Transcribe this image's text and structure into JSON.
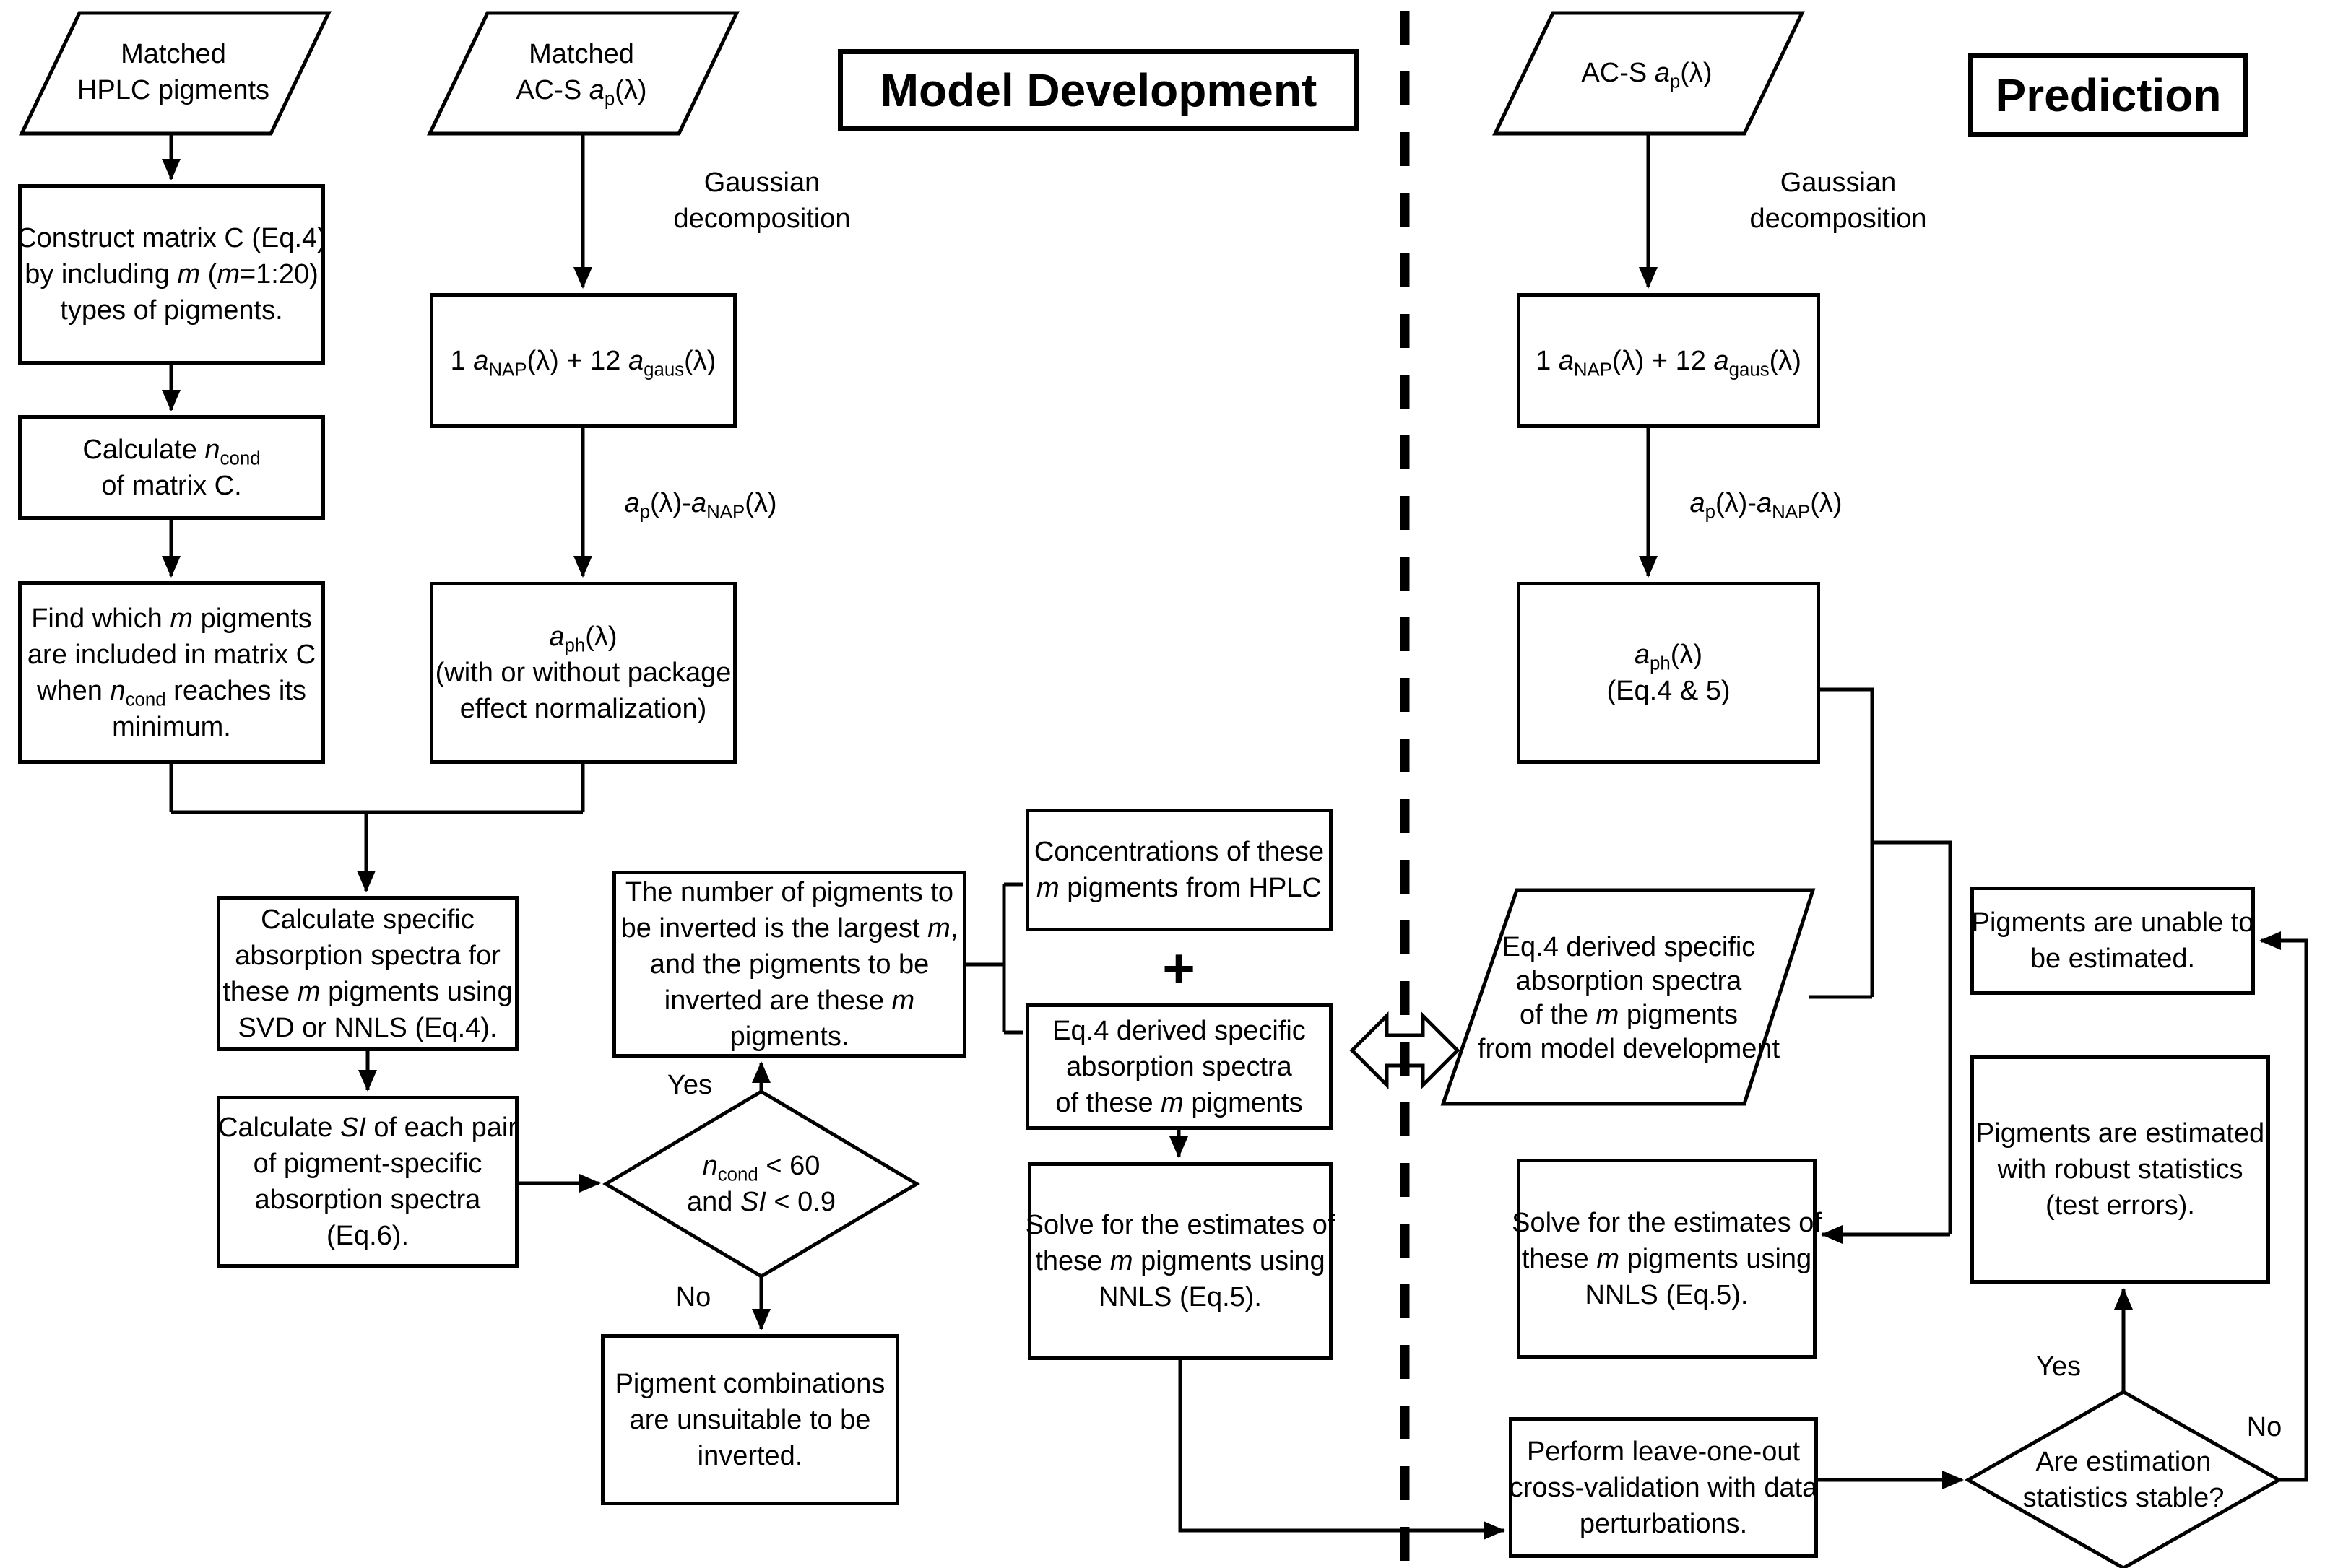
{
  "colors": {
    "ink": "#000000",
    "paper": "#ffffff"
  },
  "titles": {
    "model_development": "Model Development",
    "prediction": "Prediction"
  },
  "labels": {
    "gaussian": {
      "lines": [
        [
          {
            "t": "Gaussian"
          }
        ],
        [
          {
            "t": "decomposition"
          }
        ]
      ]
    },
    "ap_minus_anap": {
      "lines": [
        [
          {
            "i": "a"
          },
          {
            "sub": "p"
          },
          {
            "t": "(λ)-"
          },
          {
            "i": "a"
          },
          {
            "sub": "NAP"
          },
          {
            "t": "(λ)"
          }
        ]
      ]
    },
    "plus": "+",
    "yes": "Yes",
    "no": "No"
  },
  "nodes": {
    "matched_hplc": {
      "shape": "parallelogram",
      "lines": [
        [
          {
            "t": "Matched"
          }
        ],
        [
          {
            "t": "HPLC pigments"
          }
        ]
      ]
    },
    "construct_matrix": {
      "shape": "rect",
      "lines": [
        [
          {
            "t": "Construct matrix C (Eq.4)"
          }
        ],
        [
          {
            "t": "by including "
          },
          {
            "i": "m"
          },
          {
            "t": " ("
          },
          {
            "i": "m"
          },
          {
            "t": "=1:20)"
          }
        ],
        [
          {
            "t": "types of pigments."
          }
        ]
      ]
    },
    "calc_ncond": {
      "shape": "rect",
      "lines": [
        [
          {
            "t": "Calculate "
          },
          {
            "i": "n"
          },
          {
            "sub": "cond"
          }
        ],
        [
          {
            "t": "of matrix C."
          }
        ]
      ]
    },
    "find_m_pigments": {
      "shape": "rect",
      "lines": [
        [
          {
            "t": "Find which "
          },
          {
            "i": "m"
          },
          {
            "t": " pigments"
          }
        ],
        [
          {
            "t": "are included in matrix C"
          }
        ],
        [
          {
            "t": "when "
          },
          {
            "i": "n"
          },
          {
            "sub": "cond"
          },
          {
            "t": " reaches its"
          }
        ],
        [
          {
            "t": "minimum."
          }
        ]
      ]
    },
    "matched_acs": {
      "shape": "parallelogram",
      "lines": [
        [
          {
            "t": "Matched"
          }
        ],
        [
          {
            "t": "AC-S "
          },
          {
            "i": "a"
          },
          {
            "sub": "p"
          },
          {
            "t": "(λ)"
          }
        ]
      ]
    },
    "gaus_sum_left": {
      "shape": "rect",
      "lines": [
        [
          {
            "t": "1 "
          },
          {
            "i": "a"
          },
          {
            "sub": "NAP"
          },
          {
            "t": "(λ) + 12 "
          },
          {
            "i": "a"
          },
          {
            "sub": "gaus"
          },
          {
            "t": "(λ)"
          }
        ]
      ]
    },
    "aph_package": {
      "shape": "rect",
      "lines": [
        [
          {
            "i": "a"
          },
          {
            "sub": "ph"
          },
          {
            "t": "(λ)"
          }
        ],
        [
          {
            "t": "(with or without package"
          }
        ],
        [
          {
            "t": "effect normalization)"
          }
        ]
      ]
    },
    "calc_specific": {
      "shape": "rect",
      "lines": [
        [
          {
            "t": "Calculate specific"
          }
        ],
        [
          {
            "t": "absorption spectra for"
          }
        ],
        [
          {
            "t": "these "
          },
          {
            "i": "m"
          },
          {
            "t": " pigments using"
          }
        ],
        [
          {
            "t": "SVD or NNLS (Eq.4)."
          }
        ]
      ]
    },
    "calc_si": {
      "shape": "rect",
      "lines": [
        [
          {
            "t": "Calculate "
          },
          {
            "i": "SI"
          },
          {
            "t": " of each pair"
          }
        ],
        [
          {
            "t": "of pigment-specific"
          }
        ],
        [
          {
            "t": "absorption spectra"
          }
        ],
        [
          {
            "t": "(Eq.6)."
          }
        ]
      ]
    },
    "decision_ncond_si": {
      "shape": "diamond",
      "lines": [
        [
          {
            "i": "n"
          },
          {
            "sub": "cond"
          },
          {
            "t": " < 60"
          }
        ],
        [
          {
            "t": "and "
          },
          {
            "i": "SI"
          },
          {
            "t": " < 0.9"
          }
        ]
      ]
    },
    "number_of_pigments": {
      "shape": "rect",
      "lines": [
        [
          {
            "t": "The number of pigments to"
          }
        ],
        [
          {
            "t": "be inverted is the largest "
          },
          {
            "i": "m"
          },
          {
            "t": ","
          }
        ],
        [
          {
            "t": "and the pigments to be"
          }
        ],
        [
          {
            "t": "inverted are these "
          },
          {
            "i": "m"
          }
        ],
        [
          {
            "t": "pigments."
          }
        ]
      ]
    },
    "pigment_combinations": {
      "shape": "rect",
      "lines": [
        [
          {
            "t": "Pigment combinations"
          }
        ],
        [
          {
            "t": "are unsuitable to be"
          }
        ],
        [
          {
            "t": "inverted."
          }
        ]
      ]
    },
    "concentrations": {
      "shape": "rect",
      "lines": [
        [
          {
            "t": "Concentrations of these"
          }
        ],
        [
          {
            "i": "m"
          },
          {
            "t": " pigments from HPLC"
          }
        ]
      ]
    },
    "eq4_these_m": {
      "shape": "rect",
      "lines": [
        [
          {
            "t": "Eq.4 derived specific"
          }
        ],
        [
          {
            "t": "absorption spectra"
          }
        ],
        [
          {
            "t": "of these "
          },
          {
            "i": "m"
          },
          {
            "t": " pigments"
          }
        ]
      ]
    },
    "solve_left": {
      "shape": "rect",
      "lines": [
        [
          {
            "t": "Solve for the estimates of"
          }
        ],
        [
          {
            "t": "these "
          },
          {
            "i": "m"
          },
          {
            "t": " pigments using"
          }
        ],
        [
          {
            "t": "NNLS (Eq.5)."
          }
        ]
      ]
    },
    "acs_ap": {
      "shape": "parallelogram",
      "lines": [
        [
          {
            "t": "AC-S "
          },
          {
            "i": "a"
          },
          {
            "sub": "p"
          },
          {
            "t": "(λ)"
          }
        ]
      ]
    },
    "gaus_sum_right": {
      "shape": "rect",
      "lines": [
        [
          {
            "t": "1 "
          },
          {
            "i": "a"
          },
          {
            "sub": "NAP"
          },
          {
            "t": "(λ) + 12 "
          },
          {
            "i": "a"
          },
          {
            "sub": "gaus"
          },
          {
            "t": "(λ)"
          }
        ]
      ]
    },
    "aph_eq45": {
      "shape": "rect",
      "lines": [
        [
          {
            "i": "a"
          },
          {
            "sub": "ph"
          },
          {
            "t": "(λ)"
          }
        ],
        [
          {
            "t": "(Eq.4 & 5)"
          }
        ]
      ]
    },
    "eq4_model_dev": {
      "shape": "parallelogram",
      "lines": [
        [
          {
            "t": "Eq.4 derived specific"
          }
        ],
        [
          {
            "t": "absorption spectra"
          }
        ],
        [
          {
            "t": "of the "
          },
          {
            "i": "m"
          },
          {
            "t": " pigments"
          }
        ],
        [
          {
            "t": "from model development"
          }
        ]
      ]
    },
    "solve_right": {
      "shape": "rect",
      "lines": [
        [
          {
            "t": "Solve for the estimates of"
          }
        ],
        [
          {
            "t": "these "
          },
          {
            "i": "m"
          },
          {
            "t": " pigments using"
          }
        ],
        [
          {
            "t": "NNLS (Eq.5)."
          }
        ]
      ]
    },
    "cross_validation": {
      "shape": "rect",
      "lines": [
        [
          {
            "t": "Perform leave-one-out"
          }
        ],
        [
          {
            "t": "cross-validation with data"
          }
        ],
        [
          {
            "t": "perturbations."
          }
        ]
      ]
    },
    "pigments_unable": {
      "shape": "rect",
      "lines": [
        [
          {
            "t": "Pigments are unable to"
          }
        ],
        [
          {
            "t": "be estimated."
          }
        ]
      ]
    },
    "pigments_estimated": {
      "shape": "rect",
      "lines": [
        [
          {
            "t": "Pigments are estimated"
          }
        ],
        [
          {
            "t": "with robust statistics"
          }
        ],
        [
          {
            "t": "(test errors)."
          }
        ]
      ]
    },
    "decision_stable": {
      "shape": "diamond",
      "lines": [
        [
          {
            "t": "Are estimation"
          }
        ],
        [
          {
            "t": "statistics stable?"
          }
        ]
      ]
    }
  }
}
